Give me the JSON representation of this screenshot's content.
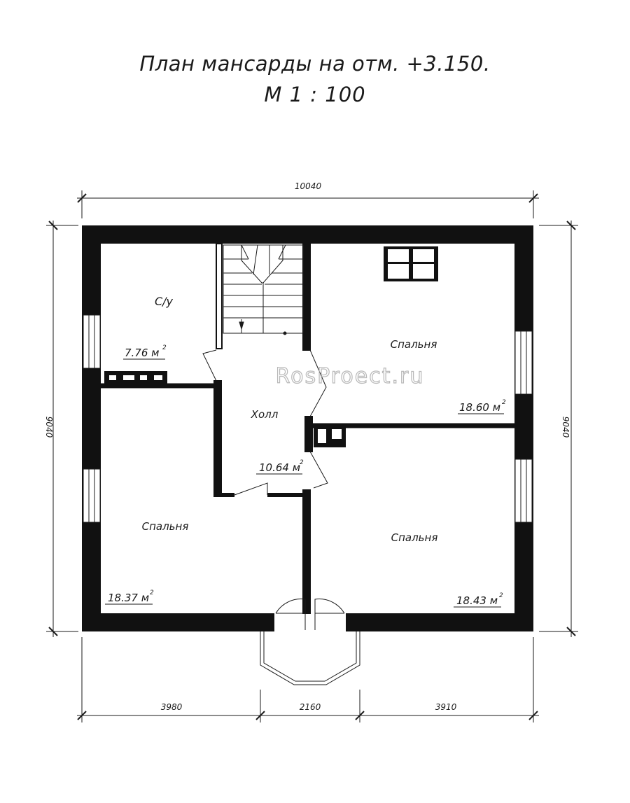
{
  "title": {
    "line1": "План мансарды на отм. +3.150.",
    "line2": "М 1 : 100"
  },
  "watermark": "RosProect.ru",
  "dimensions": {
    "overall_width": "10040",
    "left_height": "9040",
    "right_height": "9040",
    "bottom_left": "3980",
    "bottom_middle": "2160",
    "bottom_right": "3910"
  },
  "rooms": [
    {
      "name": "С/у",
      "area": "7.76 м"
    },
    {
      "name": "Спальня",
      "area": "18.60 м"
    },
    {
      "name": "Холл",
      "area": "10.64 м"
    },
    {
      "name": "Спальня",
      "area": "18.37 м"
    },
    {
      "name": "Спальня",
      "area": "18.43 м"
    }
  ],
  "area_unit_superscript": "2",
  "colors": {
    "wall": "#111111",
    "line": "#1a1a1a",
    "watermark": "#b8b8b8"
  }
}
